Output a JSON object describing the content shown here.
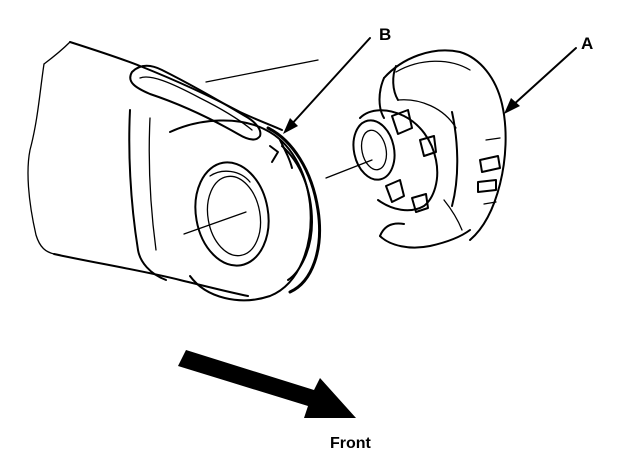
{
  "labels": {
    "a": "A",
    "b": "B",
    "direction": "Front"
  },
  "colors": {
    "ink": "#000000",
    "paper": "#ffffff"
  }
}
